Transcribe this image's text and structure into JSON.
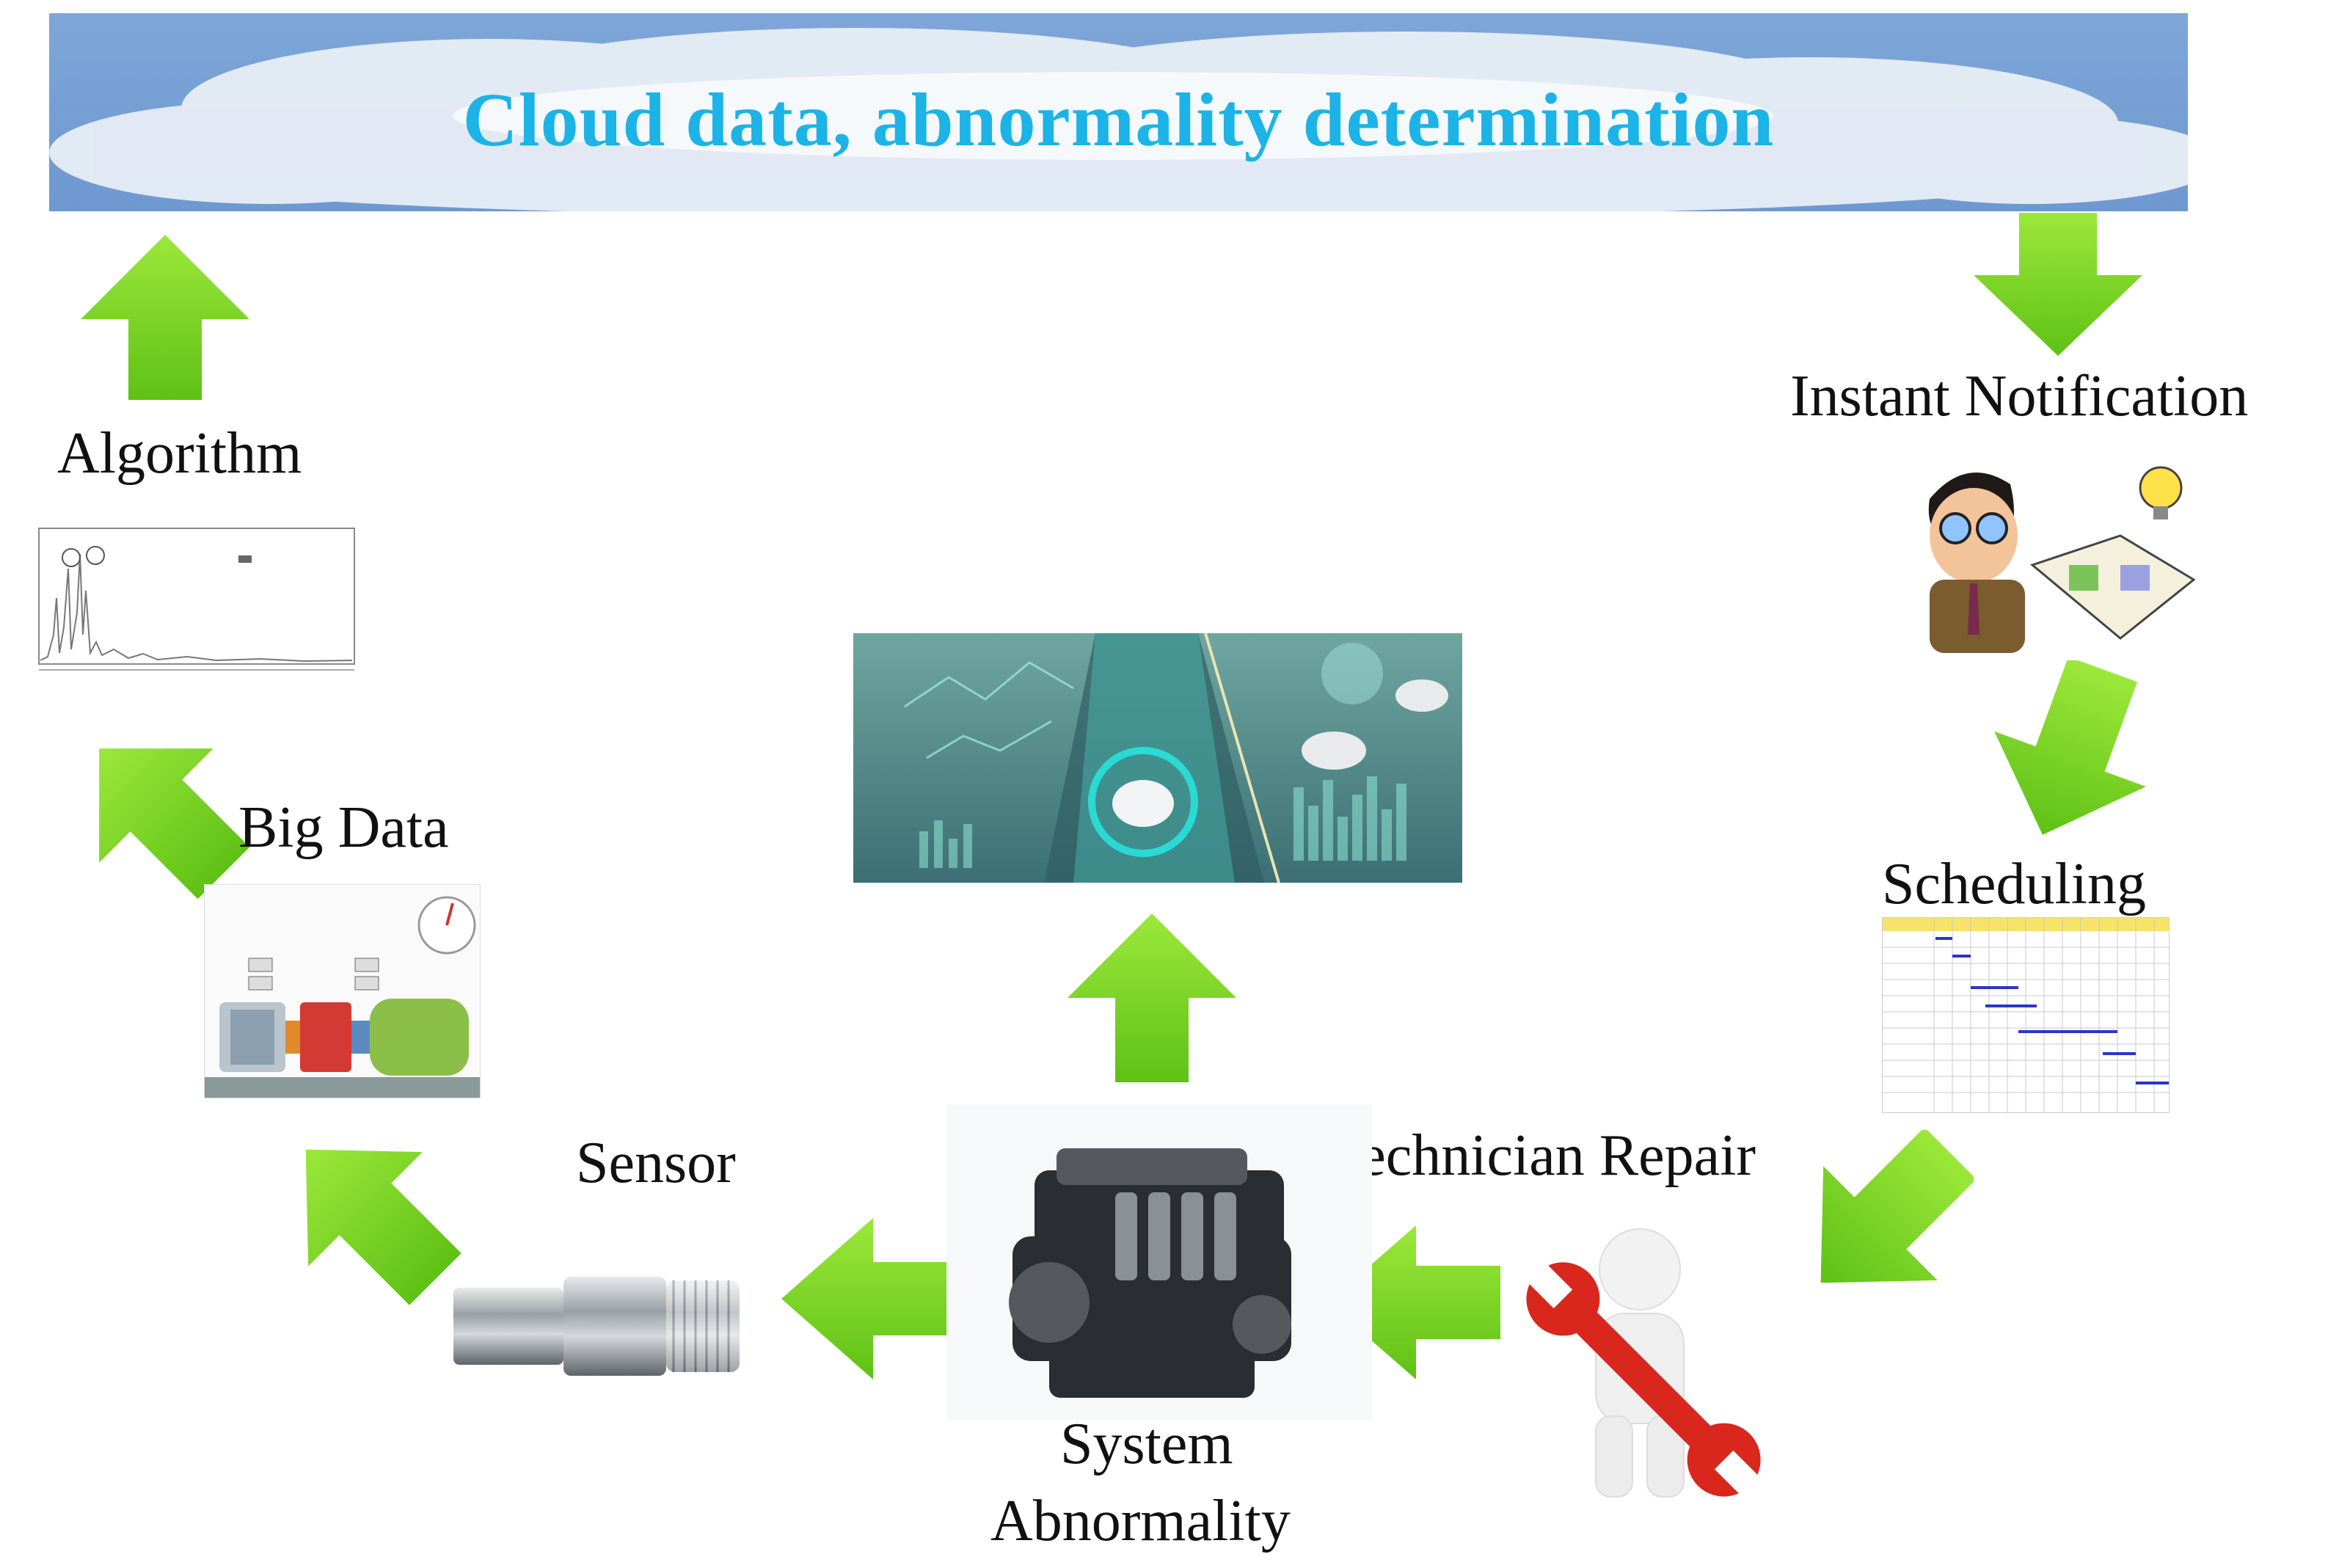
{
  "banner": {
    "title": "Cloud data, abnormality determination"
  },
  "labels": {
    "algorithm": "Algorithm",
    "big_data": "Big Data",
    "sensor": "Sensor",
    "system_abnormality_line1": "System",
    "system_abnormality_line2": "Abnormality",
    "technician_repair": "Technician Repair",
    "scheduling": "Scheduling",
    "instant_notification": "Instant Notification"
  },
  "colors": {
    "banner_bg": "#7aa2d6",
    "banner_text": "#1cb3e6",
    "arrow_green": "#7ed321",
    "arrow_green_dark": "#5fb514"
  },
  "icons": {
    "algorithm": "spectrum-chart-icon",
    "big_data": "machine-monitor-icon",
    "sensor": "vibration-sensor-icon",
    "system": "car-engine-icon",
    "vehicle": "smart-car-dashboard-icon",
    "technician": "wrench-figure-icon",
    "scheduling": "gantt-chart-icon",
    "notification": "reading-man-icon"
  }
}
